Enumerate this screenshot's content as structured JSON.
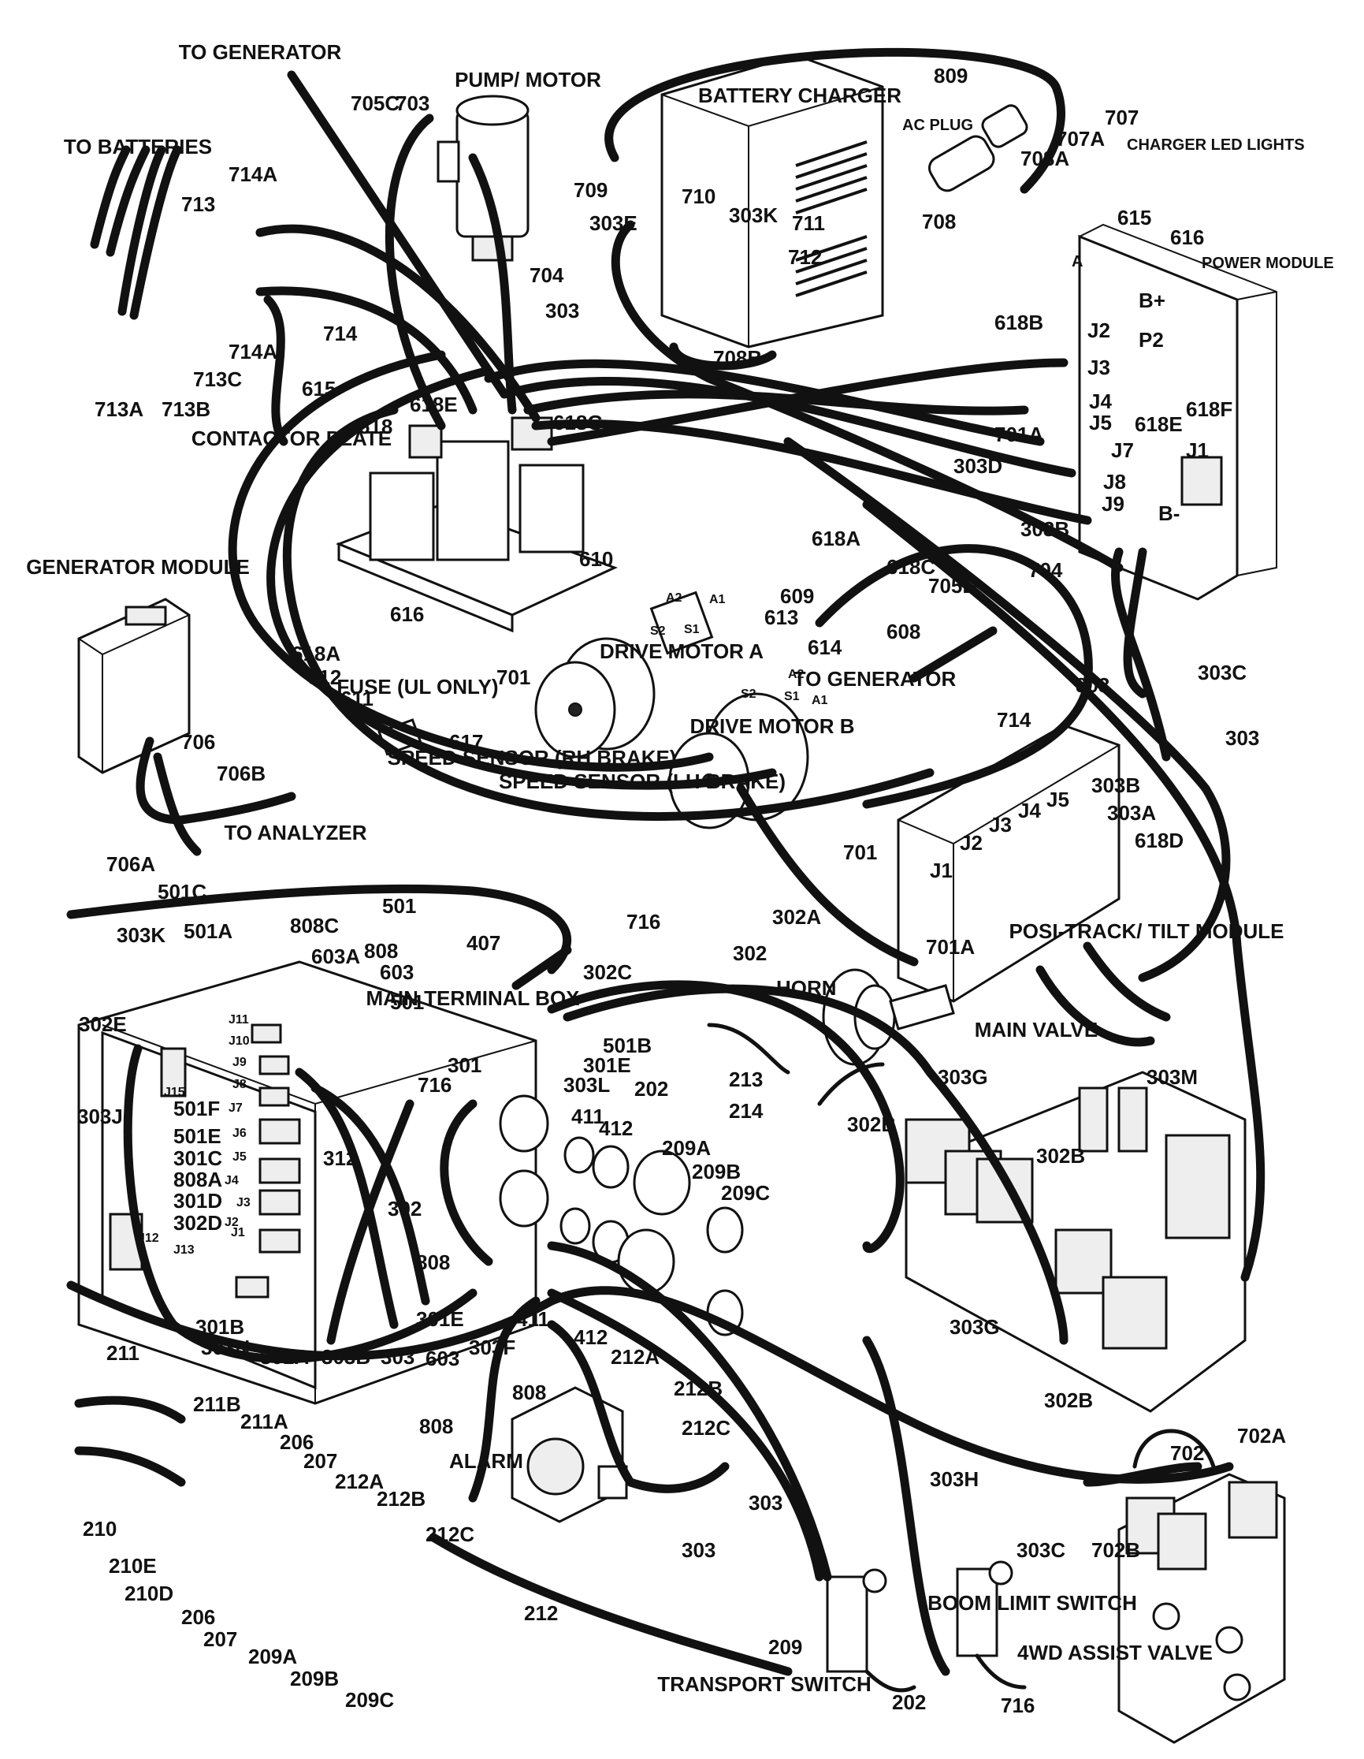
{
  "labels": {
    "to_generator_top": "TO GENERATOR",
    "l705c": "705C",
    "l703": "703",
    "pump_motor": "PUMP/ MOTOR",
    "battery_charger": "BATTERY CHARGER",
    "l809": "809",
    "ac_plug": "AC PLUG",
    "l707": "707",
    "l707a": "707A",
    "charger_led_lights": "CHARGER LED LIGHTS",
    "l708a": "708A",
    "to_batteries": "TO BATTERIES",
    "l714a_top": "714A",
    "l713": "713",
    "l709": "709",
    "l710": "710",
    "l303e": "303E",
    "l303k_top": "303K",
    "l711": "711",
    "l712": "712",
    "l708": "708",
    "l615_top": "615",
    "l616_top": "616",
    "power_module": "POWER MODULE",
    "l704_top": "704",
    "l303_top": "303",
    "b_plus": "B+",
    "p2": "P2",
    "a_term": "A",
    "l618b": "618B",
    "j2_pm": "J2",
    "j3_pm": "J3",
    "j4_pm": "J4",
    "j5_pm": "J5",
    "j7_pm": "J7",
    "j8_pm": "J8",
    "j9_pm": "J9",
    "j1_pm": "J1",
    "b_minus": "B-",
    "l618e_pm": "618E",
    "l618f": "618F",
    "l714_left": "714",
    "l714a_mid": "714A",
    "l713c": "713C",
    "l713a": "713A",
    "l713b": "713B",
    "l708b": "708B",
    "l615_mid": "615",
    "l618e": "618E",
    "l618": "618",
    "l618g": "618G",
    "contactor_plate": "CONTACTOR PLATE",
    "l701a_top": "701A",
    "l303d": "303D",
    "l303b_top": "303B",
    "l618a_top": "618A",
    "l610": "610",
    "l704_mid": "704",
    "generator_module": "GENERATOR MODULE",
    "l618c": "618C",
    "l705d": "705D",
    "l616_mid": "616",
    "a2_a": "A2",
    "a1_a": "A1",
    "s2_a": "S2",
    "s1_a": "S1",
    "l609": "609",
    "l613": "613",
    "drive_motor_a": "DRIVE MOTOR A",
    "l608": "608",
    "l614": "614",
    "l303c_top": "303C",
    "l618a_mid": "618A",
    "l612": "612",
    "l611": "611",
    "l701_mid": "701",
    "fuse": "FUSE (UL ONLY)",
    "to_generator_mid": "TO GENERATOR",
    "l803": "803",
    "a2_b": "A2",
    "s2_b": "S2",
    "s1_b": "S1",
    "a1_b": "A1",
    "drive_motor_b": "DRIVE MOTOR B",
    "l714_mid": "714",
    "l303_right": "303",
    "l706": "706",
    "l617": "617",
    "speed_sensor_rh": "SPEED SENSOR (RH BRAKE)",
    "speed_sensor_lh": "SPEED SENSOR (LH BRAKE)",
    "l706b": "706B",
    "to_analyzer": "TO ANALYZER",
    "l706a": "706A",
    "l501c": "501C",
    "l701_low": "701",
    "j1_pt": "J1",
    "j2_pt": "J2",
    "j3_pt": "J3",
    "j4_pt": "J4",
    "j5_pt": "J5",
    "l303b_pt": "303B",
    "l303a": "303A",
    "l618d": "618D",
    "l701a_pt": "701A",
    "posi_track": "POSI-TRACK/ TILT MODULE",
    "l501": "501",
    "l303k_low": "303K",
    "l501a": "501A",
    "l808c": "808C",
    "l603a": "603A",
    "l808_top": "808",
    "l603_top": "603",
    "l407": "407",
    "l716_top": "716",
    "l302a": "302A",
    "l302_top": "302",
    "l302c": "302C",
    "horn": "HORN",
    "l501_low": "501",
    "main_terminal_box": "MAIN TERMINAL BOX",
    "l301": "301",
    "l302e": "302E",
    "j11": "J11",
    "j10": "J10",
    "j9": "J9",
    "j8": "J8",
    "j15": "J15",
    "j7": "J7",
    "j6": "J6",
    "j5": "J5",
    "j4": "J4",
    "j3": "J3",
    "j2": "J2",
    "j12": "J12",
    "j13": "J13",
    "j1": "J1",
    "l303j": "303J",
    "l501f": "501F",
    "l501e": "501E",
    "l301c": "301C",
    "l808a": "808A",
    "l301d": "301D",
    "l302d": "302D",
    "l716_box": "716",
    "l312": "312",
    "l302_box": "302",
    "l501b": "501B",
    "l301e_top": "301E",
    "l303l": "303L",
    "l202_top": "202",
    "l213": "213",
    "l214": "214",
    "main_valve": "MAIN VALVE",
    "l303g_top": "303G",
    "l303m": "303M",
    "l411_top": "411",
    "l412_top": "412",
    "l209a_top": "209A",
    "l209b_top": "209B",
    "l209c_top": "209C",
    "l302b_left": "302B",
    "l302b_right": "302B",
    "l808_mid": "808",
    "l301e_low": "301E",
    "l411_low": "411",
    "l412_low": "412",
    "l212a_top": "212A",
    "l212b_top": "212B",
    "l212c_top": "212C",
    "l303g_low": "303G",
    "l302b_low": "302B",
    "l301b": "301B",
    "l303n": "303N",
    "l301a": "301A",
    "l303b_low": "303B",
    "l303_low": "303",
    "l603_low": "603",
    "l303f": "303F",
    "l211": "211",
    "l211b": "211B",
    "l211a": "211A",
    "l206_top": "206",
    "l207_top": "207",
    "l212a_low": "212A",
    "l212b_low": "212B",
    "l212c_low": "212C",
    "l808_low": "808",
    "l808_alarm": "808",
    "alarm": "ALARM",
    "l303_alarm": "303",
    "l303h": "303H",
    "l303_bot": "303",
    "l702": "702",
    "l702a": "702A",
    "l303c_low": "303C",
    "l702b": "702B",
    "l210": "210",
    "l210e": "210E",
    "l210d": "210D",
    "l206_low": "206",
    "l207_low": "207",
    "l209a_low": "209A",
    "l209b_low": "209B",
    "l209c_low": "209C",
    "l212": "212",
    "l209": "209",
    "transport_switch": "TRANSPORT SWITCH",
    "l202_low": "202",
    "boom_limit_switch": "BOOM LIMIT SWITCH",
    "l716_low": "716",
    "four_wd_assist_valve": "4WD ASSIST VALVE"
  }
}
